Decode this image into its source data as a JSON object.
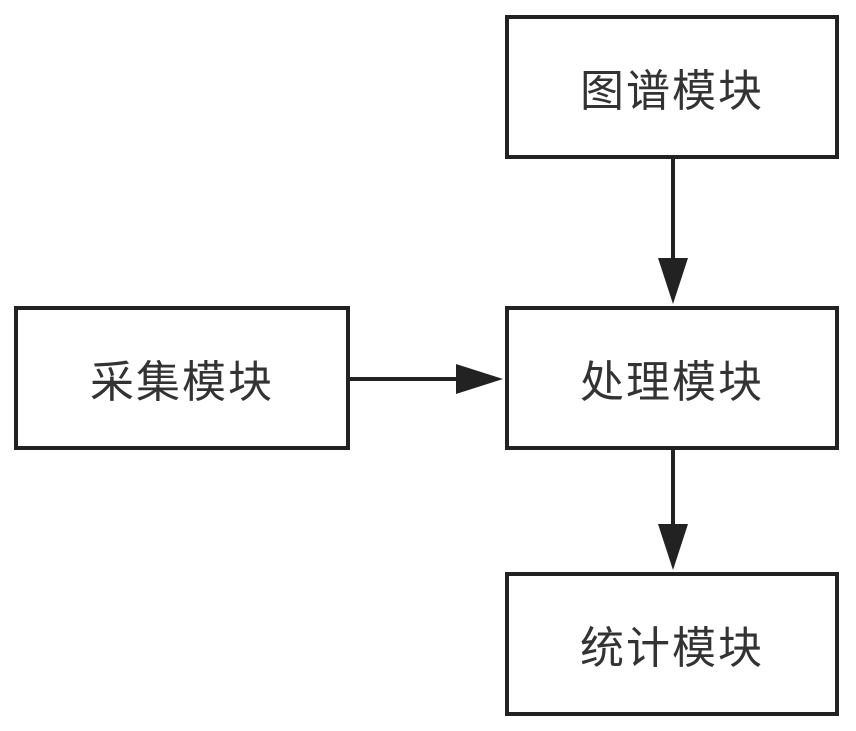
{
  "nodes": {
    "atlas": {
      "label": "图谱模块"
    },
    "processing": {
      "label": "处理模块"
    },
    "acquisition": {
      "label": "采集模块"
    },
    "statistics": {
      "label": "统计模块"
    }
  },
  "edges": [
    {
      "from": "atlas",
      "to": "processing"
    },
    {
      "from": "acquisition",
      "to": "processing"
    },
    {
      "from": "processing",
      "to": "statistics"
    }
  ],
  "colors": {
    "stroke": "#222222",
    "text": "#333333",
    "background": "#ffffff"
  }
}
